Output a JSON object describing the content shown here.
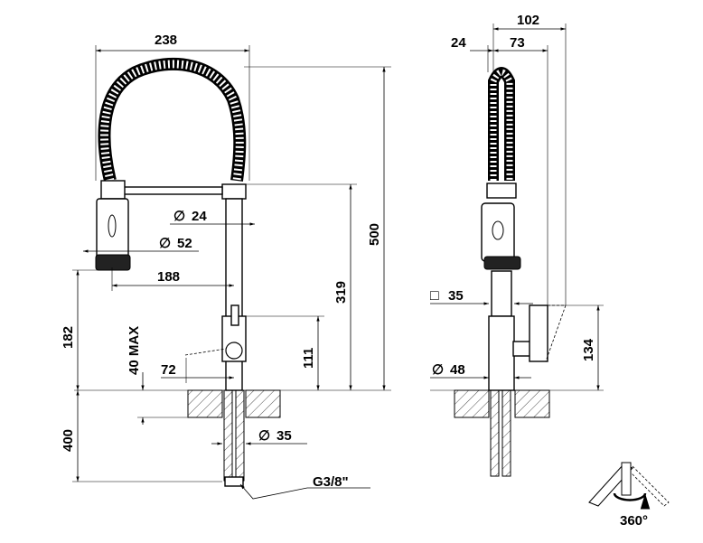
{
  "front_view": {
    "dim_width": "238",
    "dim_total_height": "500",
    "dim_spout_height": "319",
    "dim_diameter_body": "24",
    "dim_diameter_hand": "52",
    "dim_reach": "188",
    "dim_lever_height": "111",
    "dim_handle_clearance": "182",
    "dim_deck_max": "40 MAX",
    "dim_lever_offset": "72",
    "dim_diameter_hole": "35",
    "dim_hose_length": "400",
    "connection_thread": "G3/8\""
  },
  "side_view": {
    "dim_overall_depth": "102",
    "dim_offset": "24",
    "dim_depth": "73",
    "dim_square": "35",
    "dim_diameter_base": "48",
    "dim_lever_height": "134"
  },
  "rotation_badge": {
    "label": "360°"
  },
  "symbols": {
    "diameter": "∅",
    "square": "□"
  }
}
